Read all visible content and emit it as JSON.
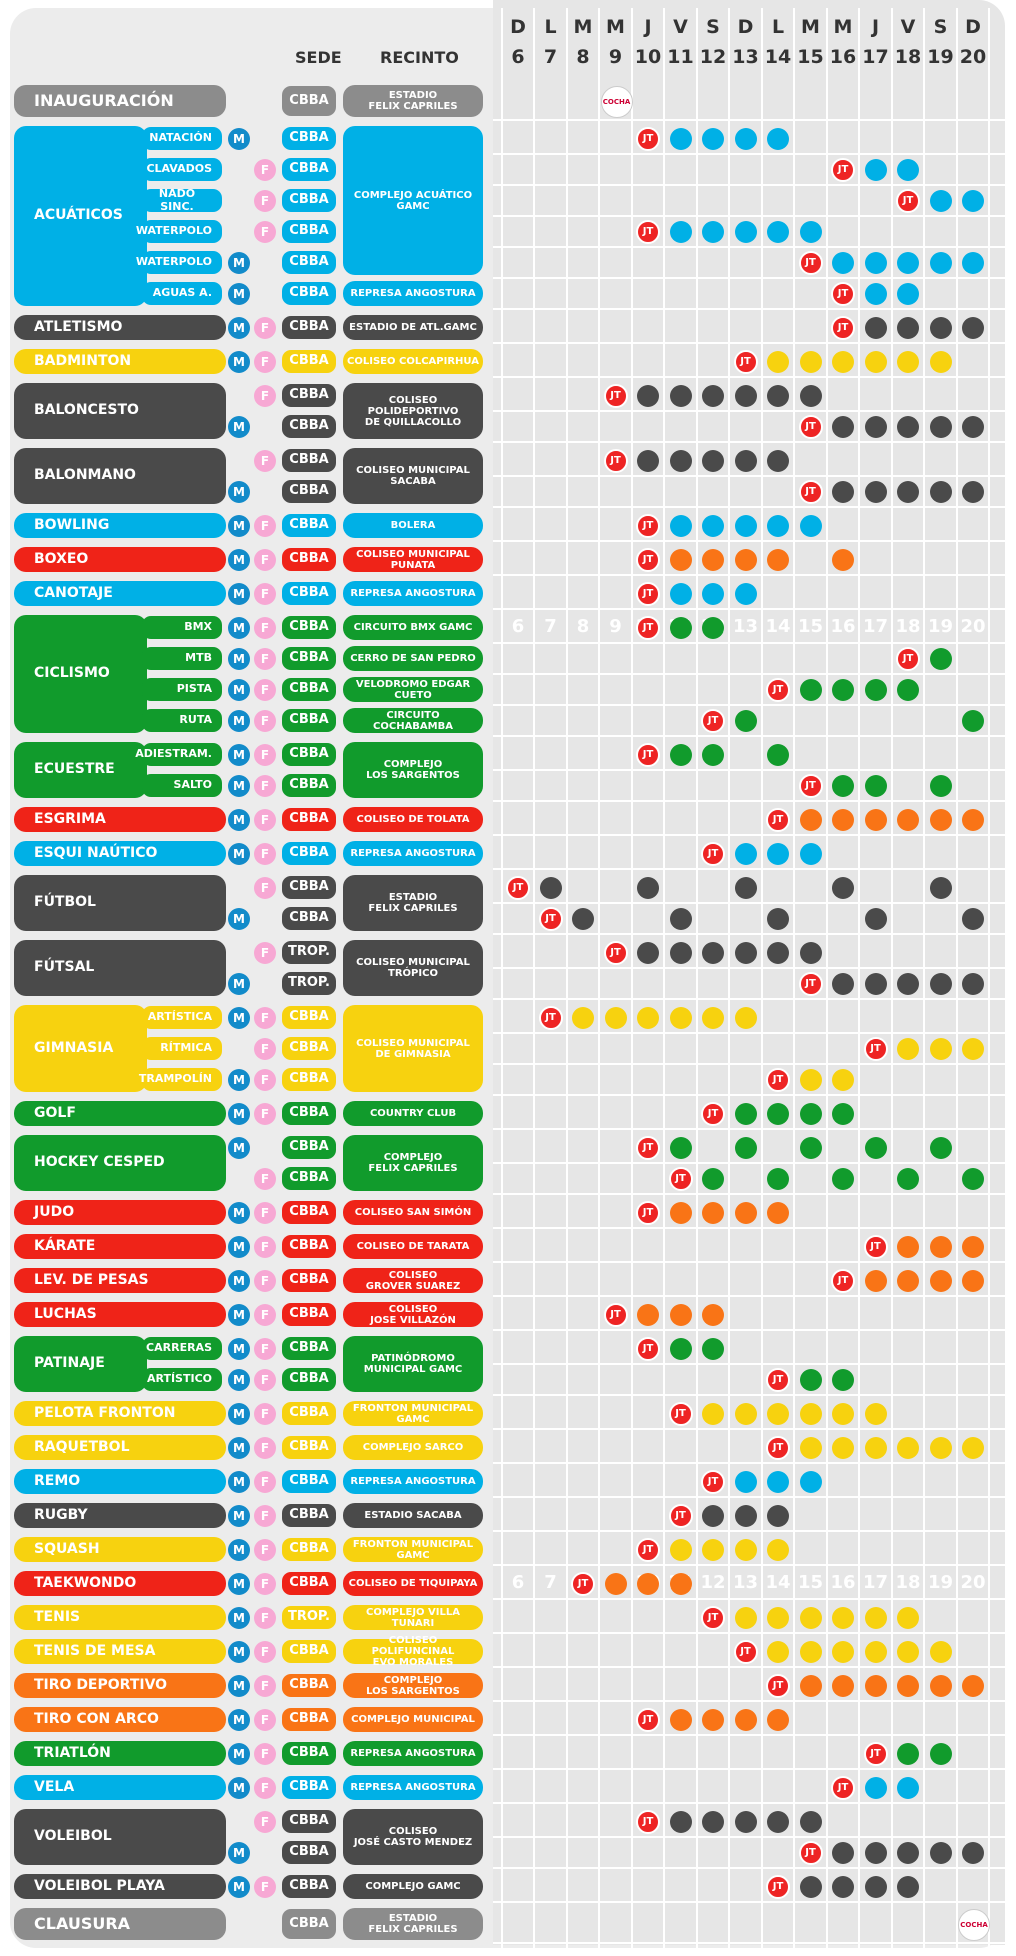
{
  "colors": {
    "blue": "#00b0e6",
    "gray": "#4a4a4a",
    "yellow": "#f7d20f",
    "red": "#ef2318",
    "green": "#119b2c",
    "orange": "#f97416",
    "lightgray": "#8c8c8c",
    "m": "#128bca",
    "f": "#f7a8d4"
  },
  "header": {
    "sede": "SEDE",
    "recinto": "RECINTO"
  },
  "days": [
    {
      "l": "D",
      "n": "6"
    },
    {
      "l": "L",
      "n": "7"
    },
    {
      "l": "M",
      "n": "8"
    },
    {
      "l": "M",
      "n": "9"
    },
    {
      "l": "J",
      "n": "10"
    },
    {
      "l": "V",
      "n": "11"
    },
    {
      "l": "S",
      "n": "12"
    },
    {
      "l": "D",
      "n": "13"
    },
    {
      "l": "L",
      "n": "14"
    },
    {
      "l": "M",
      "n": "15"
    },
    {
      "l": "M",
      "n": "16"
    },
    {
      "l": "J",
      "n": "17"
    },
    {
      "l": "V",
      "n": "18"
    },
    {
      "l": "S",
      "n": "19"
    },
    {
      "l": "D",
      "n": "20"
    }
  ],
  "labels": {
    "m": "M",
    "f": "F",
    "jt": "JT",
    "logo": "COCHA"
  },
  "groups": [
    {
      "name": "INAUGURACIÓN",
      "color": "lightgray",
      "rows": [
        {
          "sede": "CBBA",
          "rec": "ESTADIO\nFELIX CAPRILES",
          "mf": "",
          "logo": true,
          "days": {}
        }
      ]
    },
    {
      "name": "ACUÁTICOS",
      "color": "blue",
      "rec": "COMPLEJO ACUÁTICO\nGAMC",
      "recspan": 5,
      "rows": [
        {
          "sub": "NATACIÓN",
          "mf": "M",
          "sede": "CBBA",
          "jt": 4,
          "d": [
            5,
            6,
            7,
            8
          ]
        },
        {
          "sub": "CLAVADOS",
          "mf": "F",
          "sede": "CBBA",
          "jt": 10,
          "d": [
            11,
            12
          ]
        },
        {
          "sub": "NADO SINC.",
          "mf": "F",
          "sede": "CBBA",
          "jt": 12,
          "d": [
            13,
            14
          ]
        },
        {
          "sub": "WATERPOLO",
          "mf": "F",
          "sede": "CBBA",
          "jt": 4,
          "d": [
            5,
            6,
            7,
            8,
            9
          ]
        },
        {
          "sub": "WATERPOLO",
          "mf": "M",
          "sede": "CBBA",
          "jt": 9,
          "d": [
            10,
            11,
            12,
            13,
            14
          ]
        },
        {
          "sub": "AGUAS A.",
          "mf": "M",
          "sede": "CBBA",
          "rec": "REPRESA ANGOSTURA",
          "jt": 10,
          "d": [
            11,
            12
          ]
        }
      ]
    },
    {
      "name": "ATLETISMO",
      "color": "gray",
      "rows": [
        {
          "mf": "MF",
          "sede": "CBBA",
          "rec": "ESTADIO DE ATL.GAMC",
          "jt": 10,
          "d": [
            11,
            12,
            13,
            14
          ]
        }
      ]
    },
    {
      "name": "BADMINTON",
      "color": "yellow",
      "rows": [
        {
          "mf": "MF",
          "sede": "CBBA",
          "rec": "COLISEO COLCAPIRHUA",
          "jt": 7,
          "d": [
            8,
            9,
            10,
            11,
            12,
            13
          ]
        }
      ]
    },
    {
      "name": "BALONCESTO",
      "color": "gray",
      "rec": "COLISEO POLIDEPORTIVO\nDE QUILLACOLLO",
      "recspan": 2,
      "rows": [
        {
          "mf": "F",
          "sede": "CBBA",
          "jt": 3,
          "d": [
            4,
            5,
            6,
            7,
            8,
            9
          ]
        },
        {
          "mf": "M",
          "sede": "CBBA",
          "jt": 9,
          "d": [
            10,
            11,
            12,
            13,
            14
          ]
        }
      ]
    },
    {
      "name": "BALONMANO",
      "color": "gray",
      "rec": "COLISEO MUNICIPAL\nSACABA",
      "recspan": 2,
      "rows": [
        {
          "mf": "F",
          "sede": "CBBA",
          "jt": 3,
          "d": [
            4,
            5,
            6,
            7,
            8
          ]
        },
        {
          "mf": "M",
          "sede": "CBBA",
          "jt": 9,
          "d": [
            10,
            11,
            12,
            13,
            14
          ]
        }
      ]
    },
    {
      "name": "BOWLING",
      "color": "blue",
      "rows": [
        {
          "mf": "MF",
          "sede": "CBBA",
          "rec": "BOLERA",
          "jt": 4,
          "d": [
            5,
            6,
            7,
            8,
            9
          ]
        }
      ]
    },
    {
      "name": "BOXEO",
      "color": "red",
      "dot": "orange",
      "rows": [
        {
          "mf": "MF",
          "sede": "CBBA",
          "rec": "COLISEO MUNICIPAL\nPUNATA",
          "jt": 4,
          "d": [
            5,
            6,
            7,
            8,
            10
          ]
        }
      ]
    },
    {
      "name": "CANOTAJE",
      "color": "blue",
      "rows": [
        {
          "mf": "MF",
          "sede": "CBBA",
          "rec": "REPRESA ANGOSTURA",
          "jt": 4,
          "d": [
            5,
            6,
            7
          ]
        }
      ]
    },
    {
      "name": "CICLISMO",
      "color": "green",
      "rows": [
        {
          "sub": "BMX",
          "mf": "MF",
          "sede": "CBBA",
          "rec": "CIRCUITO BMX GAMC",
          "jt": 4,
          "d": [
            5,
            6
          ]
        },
        {
          "sub": "MTB",
          "mf": "MF",
          "sede": "CBBA",
          "rec": "CERRO DE SAN PEDRO",
          "jt": 12,
          "d": [
            13
          ]
        },
        {
          "sub": "PISTA",
          "mf": "MF",
          "sede": "CBBA",
          "rec": "VELODROMO EDGAR\nCUETO",
          "jt": 8,
          "d": [
            9,
            10,
            11,
            12
          ]
        },
        {
          "sub": "RUTA",
          "mf": "MF",
          "sede": "CBBA",
          "rec": "CIRCUITO\nCOCHABAMBA",
          "jt": 6,
          "d": [
            7,
            14
          ]
        }
      ]
    },
    {
      "name": "ECUESTRE",
      "color": "green",
      "rec": "COMPLEJO\nLOS SARGENTOS",
      "recspan": 2,
      "rows": [
        {
          "sub": "ADIESTRAM.",
          "mf": "MF",
          "sede": "CBBA",
          "jt": 4,
          "d": [
            5,
            6,
            8
          ]
        },
        {
          "sub": "SALTO",
          "mf": "MF",
          "sede": "CBBA",
          "jt": 9,
          "d": [
            10,
            11,
            13
          ]
        }
      ]
    },
    {
      "name": "ESGRIMA",
      "color": "red",
      "dot": "orange",
      "rows": [
        {
          "mf": "MF",
          "sede": "CBBA",
          "rec": "COLISEO DE TOLATA",
          "jt": 8,
          "d": [
            9,
            10,
            11,
            12,
            13,
            14
          ]
        }
      ]
    },
    {
      "name": "ESQUI NAÚTICO",
      "color": "blue",
      "rows": [
        {
          "mf": "MF",
          "sede": "CBBA",
          "rec": "REPRESA ANGOSTURA",
          "jt": 6,
          "d": [
            7,
            8,
            9
          ]
        }
      ]
    },
    {
      "name": "FÚTBOL",
      "color": "gray",
      "rec": "ESTADIO\nFELIX CAPRILES",
      "recspan": 2,
      "rows": [
        {
          "mf": "F",
          "sede": "CBBA",
          "jt": 0,
          "d": [
            1,
            4,
            7,
            10,
            13
          ]
        },
        {
          "mf": "M",
          "sede": "CBBA",
          "jt": 1,
          "d": [
            2,
            5,
            8,
            11,
            14
          ]
        }
      ]
    },
    {
      "name": "FÚTSAL",
      "color": "gray",
      "rec": "COLISEO MUNICIPAL\nTRÓPICO",
      "recspan": 2,
      "rows": [
        {
          "mf": "F",
          "sede": "TROP.",
          "jt": 3,
          "d": [
            4,
            5,
            6,
            7,
            8,
            9
          ]
        },
        {
          "mf": "M",
          "sede": "TROP.",
          "jt": 9,
          "d": [
            10,
            11,
            12,
            13,
            14
          ]
        }
      ]
    },
    {
      "name": "GIMNASIA",
      "color": "yellow",
      "rec": "COLISEO MUNICIPAL\nDE GIMNASIA",
      "recspan": 3,
      "rows": [
        {
          "sub": "ARTÍSTICA",
          "mf": "MF",
          "sede": "CBBA",
          "jt": 1,
          "d": [
            2,
            3,
            4,
            5,
            6,
            7
          ]
        },
        {
          "sub": "RÍTMICA",
          "mf": "F",
          "sede": "CBBA",
          "jt": 11,
          "d": [
            12,
            13,
            14
          ]
        },
        {
          "sub": "TRAMPOLÍN",
          "mf": "MF",
          "sede": "CBBA",
          "jt": 8,
          "d": [
            9,
            10
          ]
        }
      ]
    },
    {
      "name": "GOLF",
      "color": "green",
      "rows": [
        {
          "mf": "MF",
          "sede": "CBBA",
          "rec": "COUNTRY CLUB",
          "jt": 6,
          "d": [
            7,
            8,
            9,
            10
          ]
        }
      ]
    },
    {
      "name": "HOCKEY CESPED",
      "color": "green",
      "rec": "COMPLEJO\nFELIX CAPRILES",
      "recspan": 2,
      "rows": [
        {
          "mf": "M",
          "sede": "CBBA",
          "jt": 4,
          "d": [
            5,
            7,
            9,
            11,
            13
          ]
        },
        {
          "mf": "F",
          "sede": "CBBA",
          "jt": 5,
          "d": [
            6,
            8,
            10,
            12,
            14
          ]
        }
      ]
    },
    {
      "name": "JUDO",
      "color": "red",
      "dot": "orange",
      "rows": [
        {
          "mf": "MF",
          "sede": "CBBA",
          "rec": "COLISEO SAN SIMÓN",
          "jt": 4,
          "d": [
            5,
            6,
            7,
            8
          ]
        }
      ]
    },
    {
      "name": "KÁRATE",
      "color": "red",
      "dot": "orange",
      "rows": [
        {
          "mf": "MF",
          "sede": "CBBA",
          "rec": "COLISEO DE TARATA",
          "jt": 11,
          "d": [
            12,
            13,
            14
          ]
        }
      ]
    },
    {
      "name": "LEV. DE PESAS",
      "color": "red",
      "dot": "orange",
      "rows": [
        {
          "mf": "MF",
          "sede": "CBBA",
          "rec": "COLISEO\nGROVER SUAREZ",
          "jt": 10,
          "d": [
            11,
            12,
            13,
            14
          ]
        }
      ]
    },
    {
      "name": "LUCHAS",
      "color": "red",
      "dot": "orange",
      "rows": [
        {
          "mf": "MF",
          "sede": "CBBA",
          "rec": "COLISEO\nJOSE VILLAZÓN",
          "jt": 3,
          "d": [
            4,
            5,
            6
          ]
        }
      ]
    },
    {
      "name": "PATINAJE",
      "color": "green",
      "rec": "PATINÓDROMO\nMUNICIPAL GAMC",
      "recspan": 2,
      "rows": [
        {
          "sub": "CARRERAS",
          "mf": "MF",
          "sede": "CBBA",
          "jt": 4,
          "d": [
            5,
            6
          ]
        },
        {
          "sub": "ARTÍSTICO",
          "mf": "MF",
          "sede": "CBBA",
          "jt": 8,
          "d": [
            9,
            10
          ]
        }
      ]
    },
    {
      "name": "PELOTA FRONTON",
      "color": "yellow",
      "rows": [
        {
          "mf": "MF",
          "sede": "CBBA",
          "rec": "FRONTON MUNICIPAL\nGAMC",
          "jt": 5,
          "d": [
            6,
            7,
            8,
            9,
            10,
            11
          ]
        }
      ]
    },
    {
      "name": "RAQUETBOL",
      "color": "yellow",
      "rows": [
        {
          "mf": "MF",
          "sede": "CBBA",
          "rec": "COMPLEJO SARCO",
          "jt": 8,
          "d": [
            9,
            10,
            11,
            12,
            13,
            14
          ]
        }
      ]
    },
    {
      "name": "REMO",
      "color": "blue",
      "rows": [
        {
          "mf": "MF",
          "sede": "CBBA",
          "rec": "REPRESA ANGOSTURA",
          "jt": 6,
          "d": [
            7,
            8,
            9
          ]
        }
      ]
    },
    {
      "name": "RUGBY",
      "color": "gray",
      "rows": [
        {
          "mf": "MF",
          "sede": "CBBA",
          "rec": "ESTADIO SACABA",
          "jt": 5,
          "d": [
            6,
            7,
            8
          ]
        }
      ]
    },
    {
      "name": "SQUASH",
      "color": "yellow",
      "rows": [
        {
          "mf": "MF",
          "sede": "CBBA",
          "rec": "FRONTON MUNICIPAL\nGAMC",
          "jt": 4,
          "d": [
            5,
            6,
            7,
            8
          ]
        }
      ]
    },
    {
      "name": "TAEKWONDO",
      "color": "red",
      "dot": "orange",
      "rows": [
        {
          "mf": "MF",
          "sede": "CBBA",
          "rec": "COLISEO DE TIQUIPAYA",
          "jt": 2,
          "d": [
            3,
            4,
            5
          ]
        }
      ]
    },
    {
      "name": "TENIS",
      "color": "yellow",
      "rows": [
        {
          "mf": "MF",
          "sede": "TROP.",
          "rec": "COMPLEJO VILLA TUNARI",
          "jt": 6,
          "d": [
            7,
            8,
            9,
            10,
            11,
            12
          ]
        }
      ]
    },
    {
      "name": "TENIS DE MESA",
      "color": "yellow",
      "rows": [
        {
          "mf": "MF",
          "sede": "CBBA",
          "rec": "COLISEO POLIFUNCINAL\nEVO MORALES",
          "jt": 7,
          "d": [
            8,
            9,
            10,
            11,
            12,
            13
          ]
        }
      ]
    },
    {
      "name": "TIRO DEPORTIVO",
      "color": "orange",
      "rows": [
        {
          "mf": "MF",
          "sede": "CBBA",
          "rec": "COMPLEJO\nLOS SARGENTOS",
          "jt": 8,
          "d": [
            9,
            10,
            11,
            12,
            13,
            14
          ]
        }
      ]
    },
    {
      "name": "TIRO CON ARCO",
      "color": "orange",
      "rows": [
        {
          "mf": "MF",
          "sede": "CBBA",
          "rec": "COMPLEJO MUNICIPAL",
          "jt": 4,
          "d": [
            5,
            6,
            7,
            8
          ]
        }
      ]
    },
    {
      "name": "TRIATLÓN",
      "color": "green",
      "rows": [
        {
          "mf": "MF",
          "sede": "CBBA",
          "rec": "REPRESA ANGOSTURA",
          "jt": 11,
          "d": [
            12,
            13
          ]
        }
      ]
    },
    {
      "name": "VELA",
      "color": "blue",
      "rows": [
        {
          "mf": "MF",
          "sede": "CBBA",
          "rec": "REPRESA ANGOSTURA",
          "jt": 10,
          "d": [
            11,
            12
          ]
        }
      ]
    },
    {
      "name": "VOLEIBOL",
      "color": "gray",
      "rec": "COLISEO\nJOSÉ CASTO MENDEZ",
      "recspan": 2,
      "rows": [
        {
          "mf": "F",
          "sede": "CBBA",
          "jt": 4,
          "d": [
            5,
            6,
            7,
            8,
            9
          ]
        },
        {
          "mf": "M",
          "sede": "CBBA",
          "jt": 9,
          "d": [
            10,
            11,
            12,
            13,
            14
          ]
        }
      ]
    },
    {
      "name": "VOLEIBOL PLAYA",
      "color": "gray",
      "rows": [
        {
          "mf": "MF",
          "sede": "CBBA",
          "rec": "COMPLEJO GAMC",
          "jt": 8,
          "d": [
            9,
            10,
            11,
            12
          ]
        }
      ]
    },
    {
      "name": "CLAUSURA",
      "color": "lightgray",
      "rows": [
        {
          "sede": "CBBA",
          "rec": "ESTADIO\nFELIX CAPRILES",
          "mf": "",
          "logoEnd": true,
          "days": {}
        }
      ]
    }
  ]
}
